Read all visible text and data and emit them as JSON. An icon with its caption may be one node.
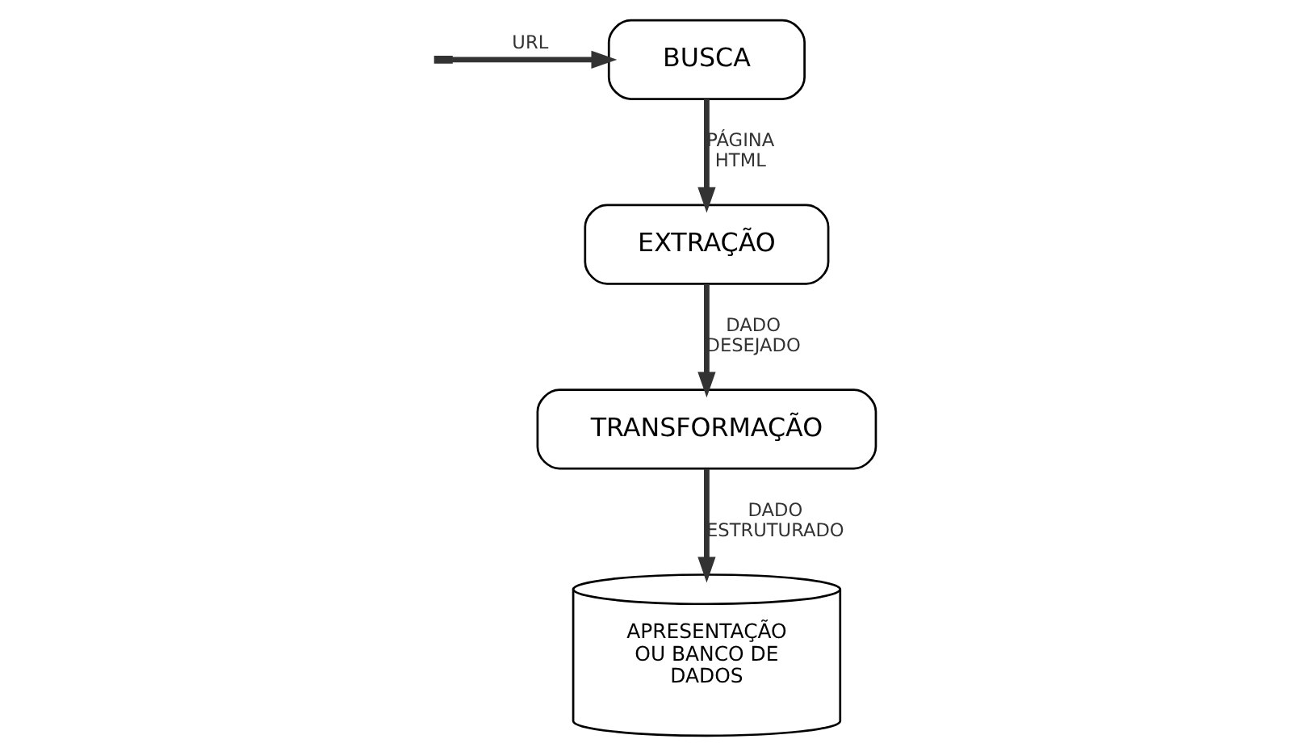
{
  "diagram": {
    "nodes": [
      {
        "text": [
          "BUSCA"
        ]
      },
      {
        "text": [
          "EXTRAÇÃO"
        ]
      },
      {
        "text": [
          "TRANSFORMAÇÃO"
        ]
      },
      {
        "text": [
          "APRESENTAÇÃO OU BANCO DE DADOS"
        ]
      }
    ],
    "edges": [
      {
        "from": null,
        "to": 0,
        "arrow": "to",
        "label": "URL"
      },
      {
        "from": 0,
        "to": 1,
        "arrow": "to",
        "label": "PÁGINA HTML"
      },
      {
        "from": 1,
        "to": 2,
        "arrow": "to",
        "label": "DADO DESEJADO"
      },
      {
        "from": 2,
        "to": 3,
        "arrow": "to",
        "label": "DADO ESTRUTURADO"
      }
    ]
  }
}
